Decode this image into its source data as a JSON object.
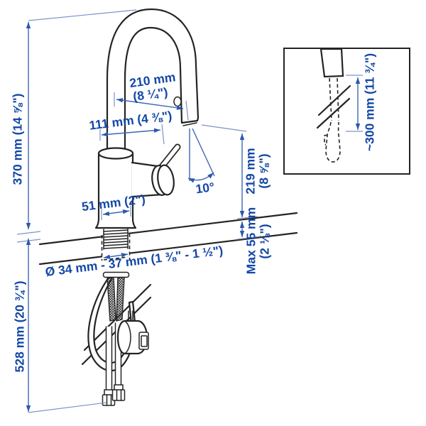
{
  "diagram": {
    "type": "product-dimension-diagram",
    "subject": "kitchen-mixer-tap-with-pullout-spout",
    "colors": {
      "annotation_text": "#1347a6",
      "dimension_line": "#3f66b4",
      "extension_line": "#7d92cb",
      "drawing_line": "#242424",
      "background": "#ffffff"
    },
    "labels": {
      "height_above_counter": "370 mm (14 ⅝\")",
      "depth_below_counter": "528 mm (20 ¾\")",
      "spout_reach_tip_mm": "210 mm",
      "spout_reach_tip_in": "(8 ¼\")",
      "spout_reach": "111 mm (4 ⅜\")",
      "base_width": "51 mm (2\")",
      "head_angle": "10°",
      "spout_height_mm": "219 mm",
      "spout_height_in": "(8 ⅝\")",
      "counter_thickness_max": "Max 55 mm",
      "counter_thickness_in": "(2 ⅛\")",
      "hole_diameter": "Ø 34 mm - 37 mm (1 ⅜\" - 1 ½\")",
      "pullout_hose_length": "~300 mm (11 ¾\")"
    }
  }
}
